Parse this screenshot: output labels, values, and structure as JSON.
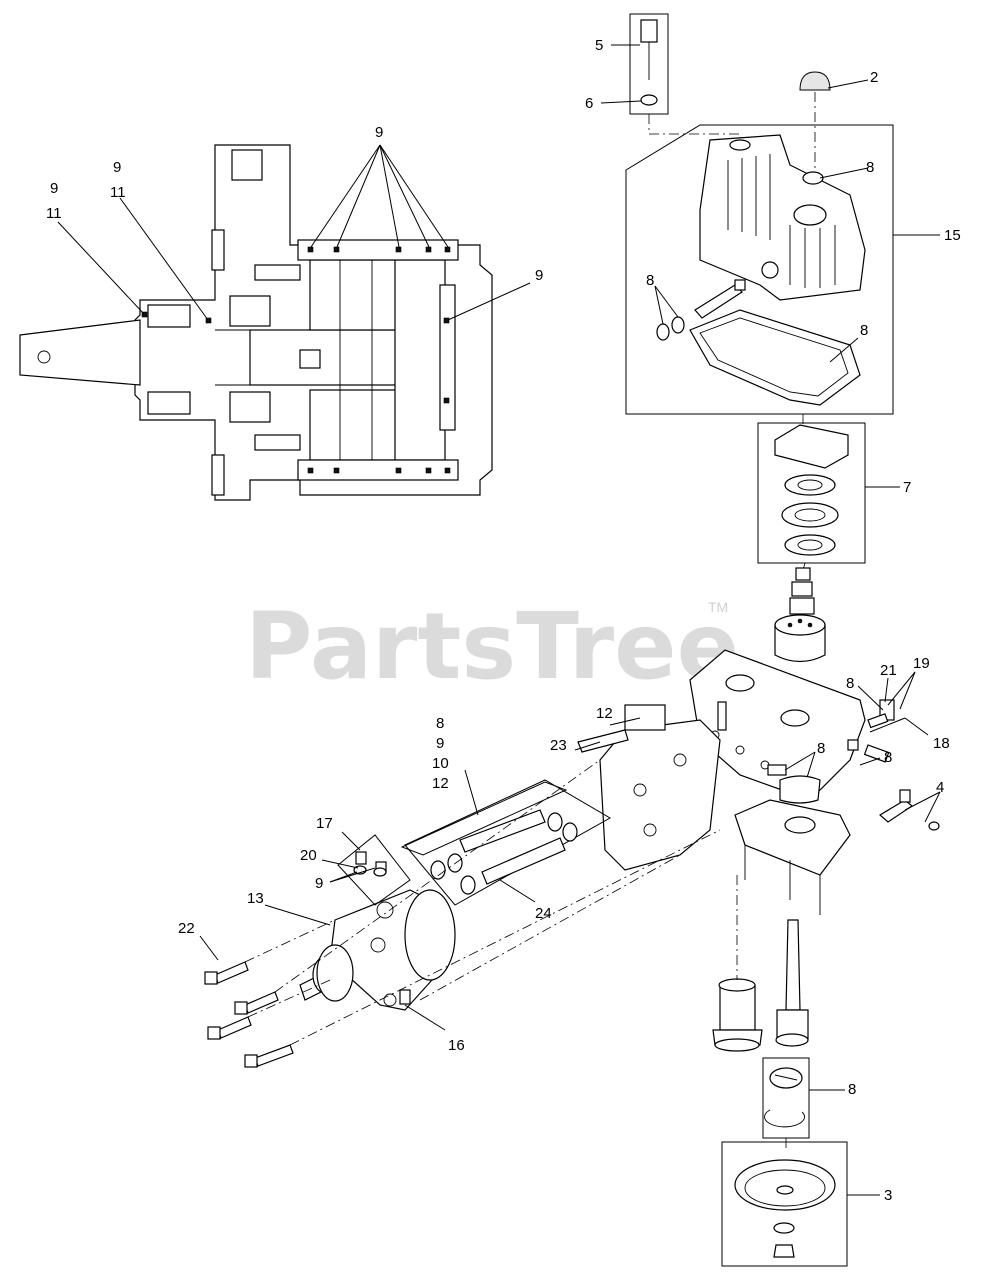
{
  "watermark": {
    "text": "PartsTree",
    "trademark": "TM"
  },
  "callouts": {
    "c2": "2",
    "c3": "3",
    "c4": "4",
    "c5": "5",
    "c6": "6",
    "c7": "7",
    "c8a": "8",
    "c8b": "8",
    "c8c": "8",
    "c8d": "8",
    "c8e": "8",
    "c8f": "8",
    "c8g": "8",
    "c8h": "8",
    "c9a": "9",
    "c9b": "9",
    "c9c": "9",
    "c9d": "9",
    "c9e": "9",
    "c9f": "9",
    "c10": "10",
    "c11a": "11",
    "c11b": "11",
    "c12a": "12",
    "c12b": "12",
    "c13": "13",
    "c15": "15",
    "c16": "16",
    "c17": "17",
    "c18": "18",
    "c19": "19",
    "c20": "20",
    "c21": "21",
    "c22": "22",
    "c23": "23",
    "c24": "24"
  },
  "colors": {
    "ink": "#000000",
    "watermark": "#cfcfcf",
    "background": "#ffffff"
  }
}
